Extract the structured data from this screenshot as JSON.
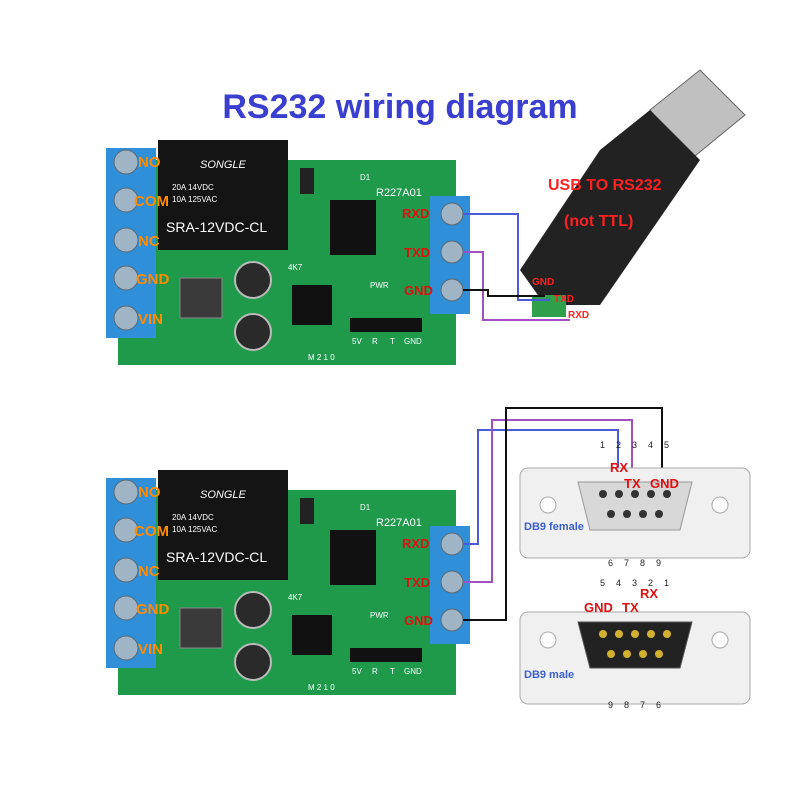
{
  "title": "RS232 wiring diagram",
  "colors": {
    "title": "#3b3fd0",
    "pcb": "#1f9a4a",
    "terminal": "#2f8fd8",
    "relay": "#141414",
    "label_orange": "#ff8c00",
    "label_red": "#e01010",
    "wire_blue": "#4a5ad8",
    "wire_purple": "#a050c0",
    "wire_black": "#111111"
  },
  "module": {
    "terminals_left": [
      "NO",
      "COM",
      "NC",
      "GND",
      "VIN"
    ],
    "terminals_right": [
      "RXD",
      "TXD",
      "GND"
    ],
    "board_id": "R227A01",
    "relay_brand": "SONGLE",
    "relay_rating_1": "20A 14VDC",
    "relay_rating_2": "10A 125VAC",
    "relay_model": "SRA-12VDC-CL",
    "header_pins": [
      "5V",
      "R",
      "T",
      "GND"
    ],
    "pwr_label": "PWR",
    "mode_label": "M 2 1 0",
    "d1_label": "D1",
    "r_label": "4K7"
  },
  "usb_adapter": {
    "title_line1": "USB TO RS232",
    "title_line2": "(not TTL)",
    "pins": [
      "GND",
      "TXD",
      "RXD"
    ]
  },
  "db9_female": {
    "label": "DB9 female",
    "top_numbers": [
      "1",
      "2",
      "3",
      "4",
      "5"
    ],
    "bottom_numbers": [
      "6",
      "7",
      "8",
      "9"
    ],
    "signals": [
      "RX",
      "TX",
      "GND"
    ]
  },
  "db9_male": {
    "label": "DB9 male",
    "top_numbers": [
      "5",
      "4",
      "3",
      "2",
      "1"
    ],
    "bottom_numbers": [
      "9",
      "8",
      "7",
      "6"
    ],
    "signals": [
      "GND",
      "TX",
      "RX"
    ]
  }
}
